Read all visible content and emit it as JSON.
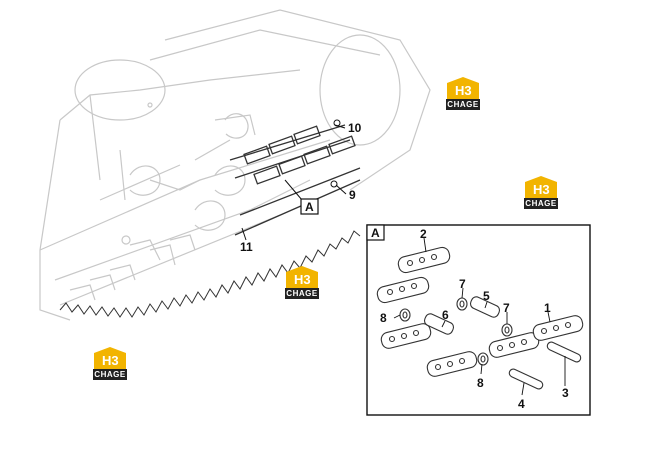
{
  "brand": {
    "mark": "H3",
    "name": "CHAGE",
    "accent": "#f2b400",
    "dark": "#222222"
  },
  "callouts": {
    "main": [
      "10",
      "9",
      "11"
    ],
    "detail_frame": "A",
    "detail": [
      "2",
      "7",
      "5",
      "7",
      "1",
      "8",
      "6",
      "8",
      "4",
      "3"
    ]
  },
  "detail_ref": "A"
}
